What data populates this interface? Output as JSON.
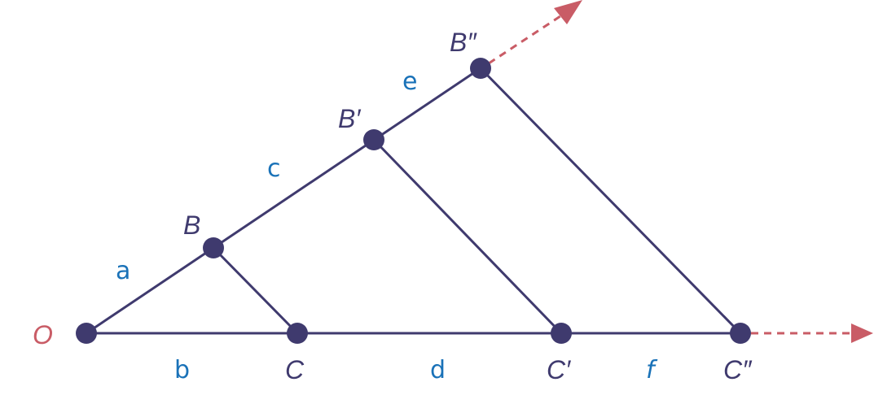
{
  "points": {
    "O": "O",
    "B": "B",
    "B1": "B′",
    "B2": "B″",
    "C": "C",
    "C1": "C′",
    "C2": "C″"
  },
  "segments": {
    "a": "a",
    "b": "b",
    "c": "c",
    "d": "d",
    "e": "e",
    "f": "f"
  },
  "colors": {
    "line": "#3f3a6e",
    "arrow": "#c95c66",
    "segment_label": "#1a72b8",
    "origin_label": "#c95c66"
  }
}
